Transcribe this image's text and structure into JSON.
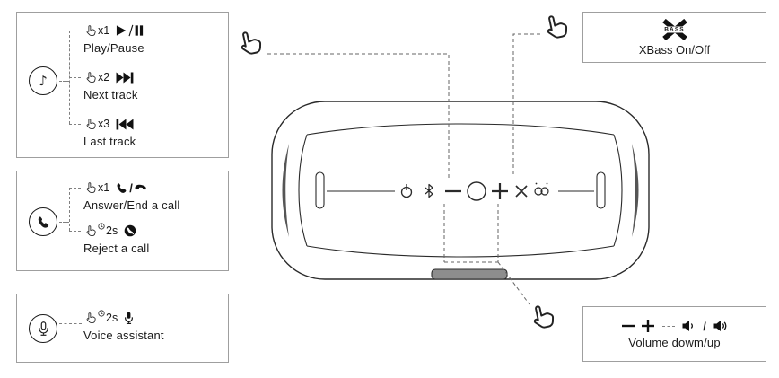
{
  "music": {
    "note_glyph": "♪",
    "rows": [
      {
        "count": "x1",
        "caption": "Play/Pause"
      },
      {
        "count": "x2",
        "caption": "Next track"
      },
      {
        "count": "x3",
        "caption": "Last track"
      }
    ]
  },
  "calls": {
    "slash": "/",
    "rows": [
      {
        "count": "x1",
        "caption": "Answer/End a call"
      },
      {
        "count": "2s",
        "caption": "Reject a call"
      }
    ]
  },
  "voice": {
    "rows": [
      {
        "count": "2s",
        "caption": "Voice assistant"
      }
    ]
  },
  "xbass": {
    "logo": "BASS",
    "caption": "XBass On/Off"
  },
  "volume": {
    "slash": "/",
    "caption": "Volume dowm/up"
  },
  "colors": {
    "ink": "#1a1a1a",
    "outline": "#2a2a2a",
    "panel_border": "#9f9f9f",
    "dash": "#808080"
  }
}
